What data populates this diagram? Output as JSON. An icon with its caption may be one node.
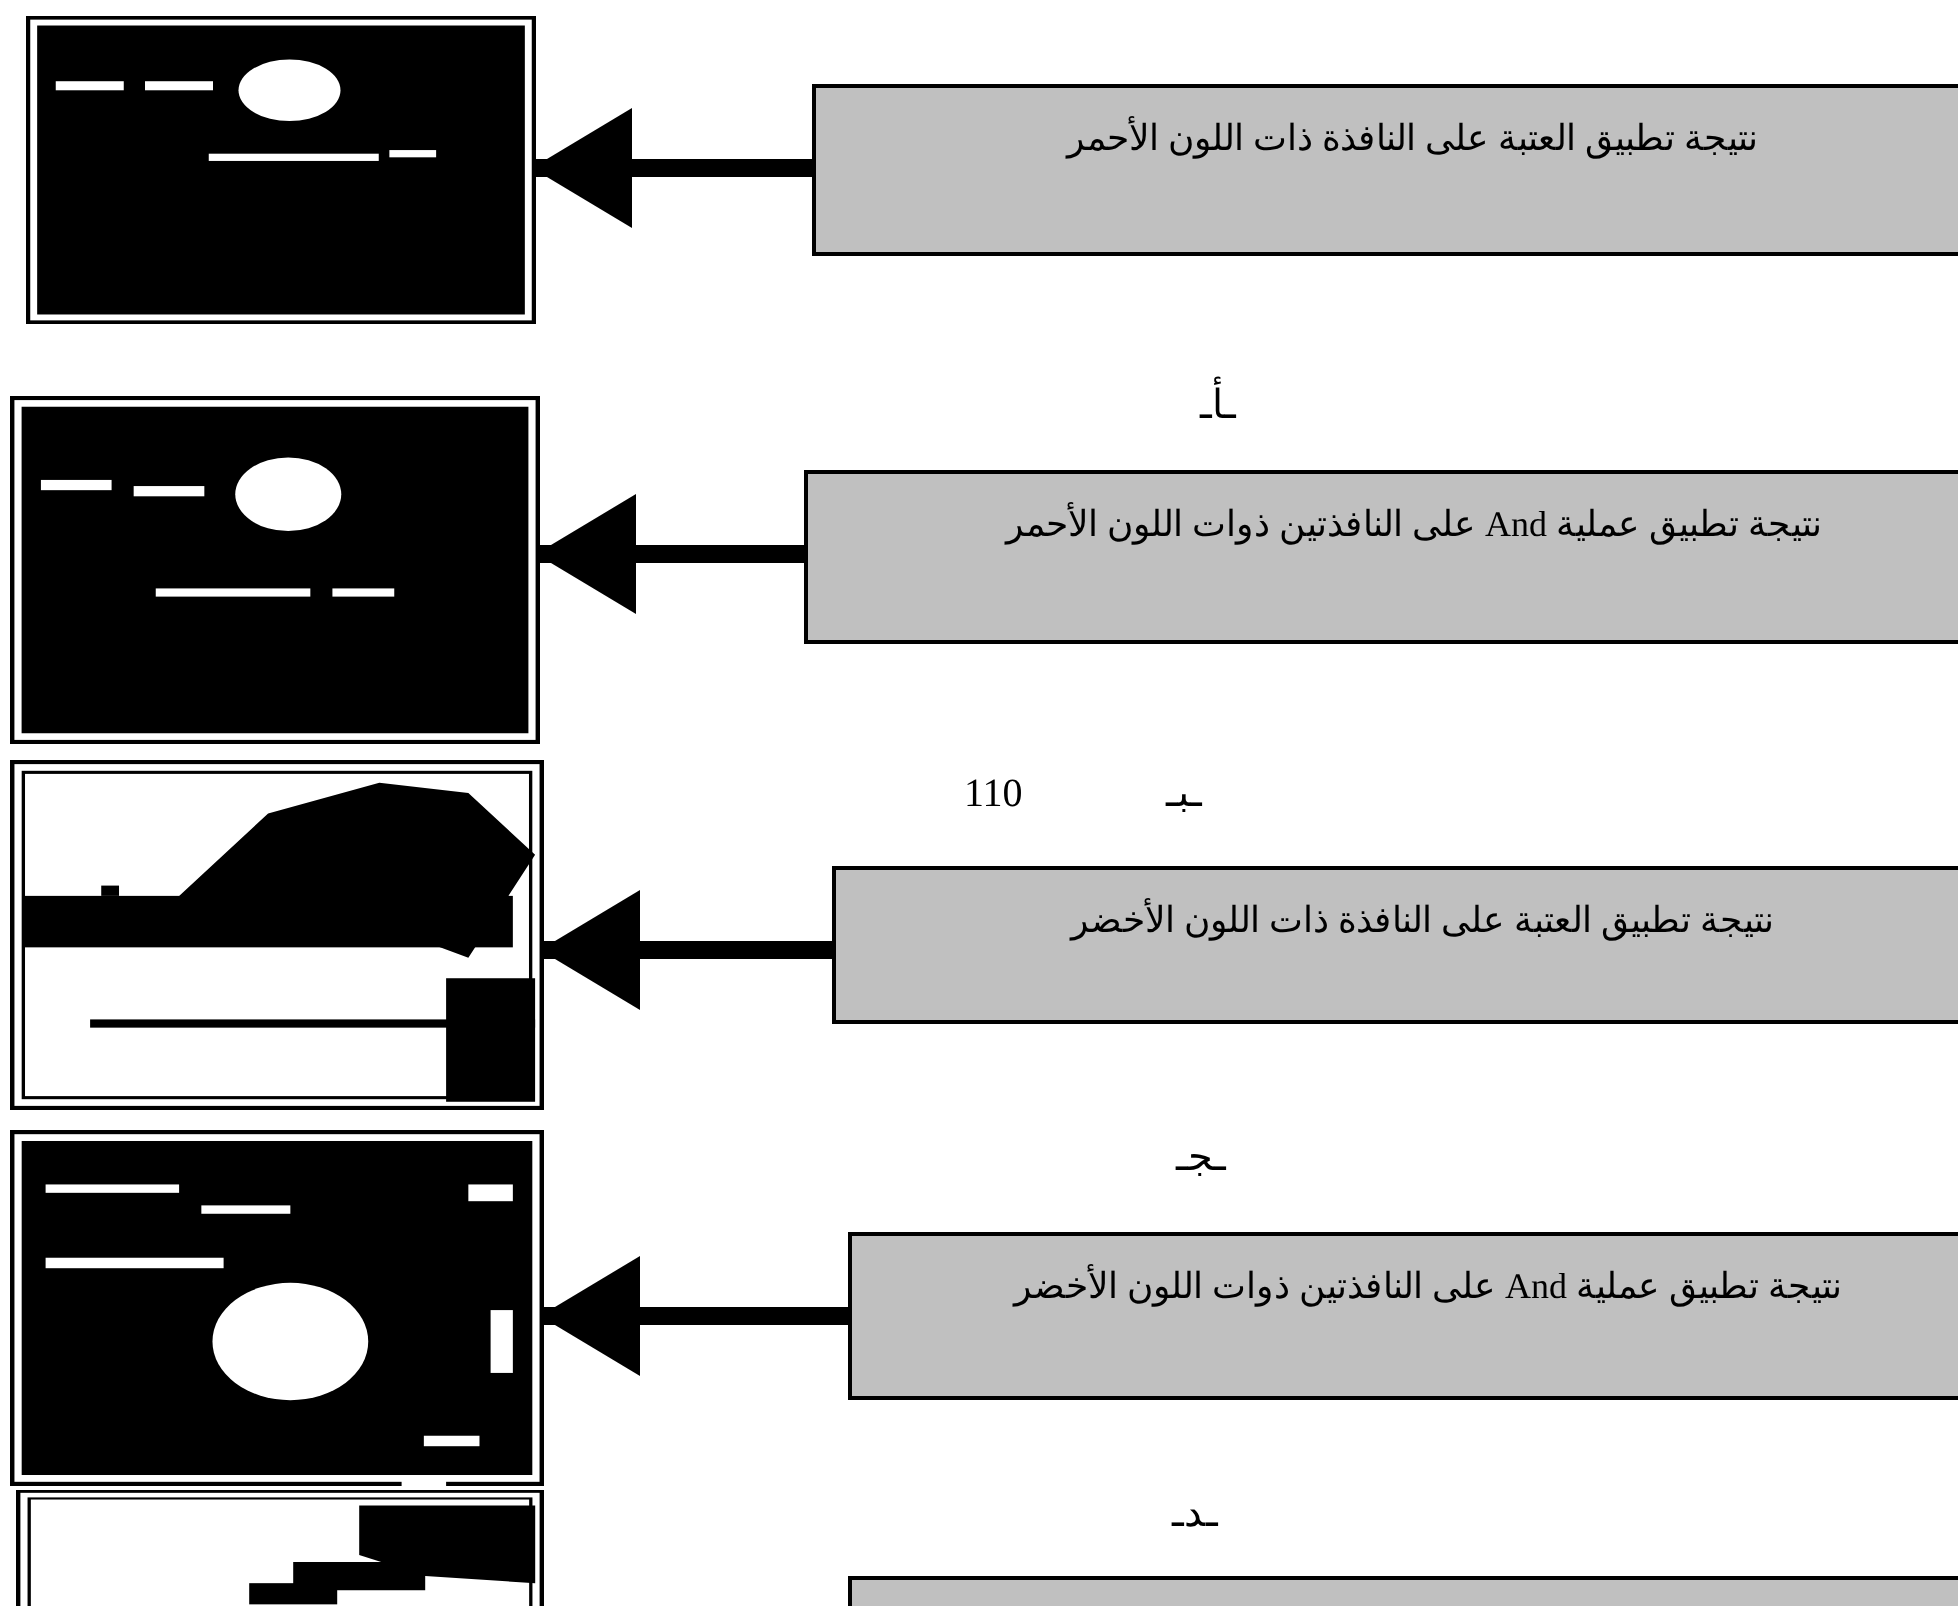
{
  "diagram": {
    "nodes": [
      {
        "text": [
          "نتيجة تطبيق العتبة على النافذة ذات اللون الأحمر"
        ]
      },
      {
        "text": [],
        "shape": "picture"
      },
      {
        "text": [
          "نتيجة تطبيق عملية And على النافذتين ذوات اللون الأحمر"
        ]
      },
      {
        "text": [],
        "shape": "picture"
      },
      {
        "text": [
          "نتيجة تطبيق العتبة على النافذة ذات اللون الأخضر"
        ]
      },
      {
        "text": [],
        "shape": "picture"
      },
      {
        "text": [
          "نتيجة تطبيق عملية And على النافذتين ذوات اللون الأخضر"
        ]
      },
      {
        "text": [],
        "shape": "picture"
      },
      {
        "text": [],
        "shape": "box"
      },
      {
        "text": [],
        "shape": "picture"
      }
    ],
    "edges": [
      {
        "from": 0,
        "to": 1,
        "arrow": "to"
      },
      {
        "from": 2,
        "to": 3,
        "arrow": "to"
      },
      {
        "from": 4,
        "to": 5,
        "arrow": "to"
      },
      {
        "from": 6,
        "to": 7,
        "arrow": "to"
      }
    ],
    "labels": [
      "ـأـ",
      "110",
      "ـبـ",
      "ـجـ",
      "ـدـ"
    ]
  }
}
